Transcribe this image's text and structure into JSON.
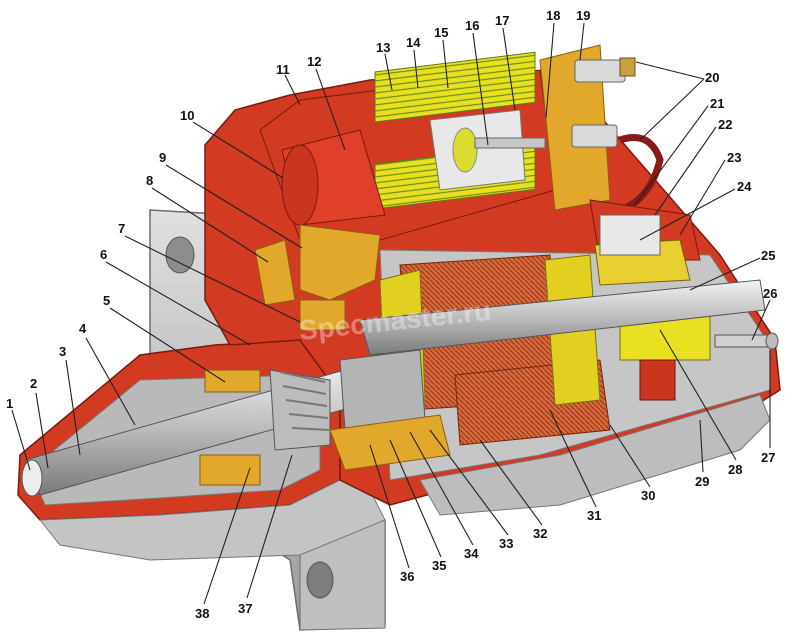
{
  "labels": [
    "1",
    "2",
    "3",
    "4",
    "5",
    "6",
    "7",
    "8",
    "9",
    "10",
    "11",
    "12",
    "13",
    "14",
    "15",
    "16",
    "17",
    "18",
    "19",
    "20",
    "21",
    "22",
    "23",
    "24",
    "25",
    "26",
    "27",
    "28",
    "29",
    "30",
    "31",
    "32",
    "33",
    "34",
    "35",
    "36",
    "37",
    "38"
  ],
  "watermark": "Specmaster.ru",
  "colors": {
    "housing": "#d23a22",
    "housing_dark": "#a8261a",
    "steel": "#c9c9c9",
    "steel_dark": "#8d8d8d",
    "winding": "#e8e020",
    "winding_line": "#6a8f1a",
    "brass": "#e2a82c",
    "copper": "#d9683a"
  }
}
